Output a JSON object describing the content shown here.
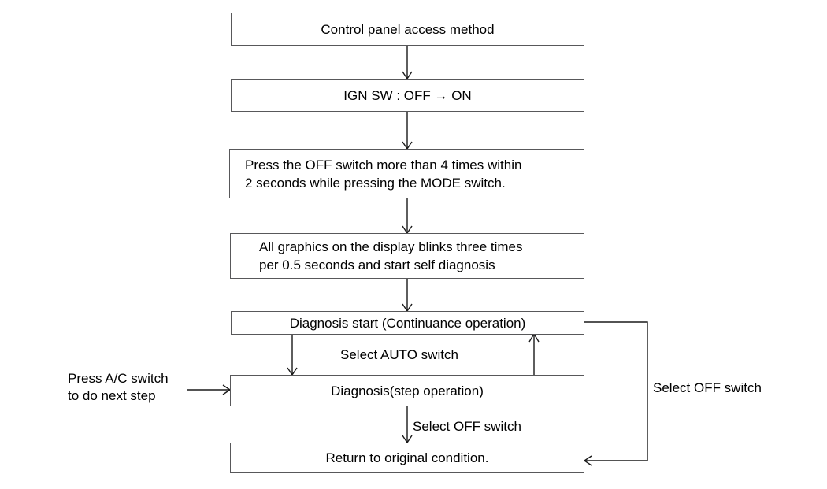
{
  "diagram": {
    "title": "Control panel access method flow",
    "stroke_color": "#1a1a1a",
    "box_border_color": "#58585a",
    "background": "#ffffff",
    "nodes": [
      {
        "id": "n1",
        "label": "Control panel access method"
      },
      {
        "id": "n2",
        "label": "IGN SW : OFF → ON"
      },
      {
        "id": "n3",
        "label": "Press the OFF switch more than 4 times within\n2 seconds while pressing the MODE switch."
      },
      {
        "id": "n4",
        "label": "All graphics on the display blinks three times\nper 0.5 seconds and start self diagnosis"
      },
      {
        "id": "n5",
        "label": "Diagnosis start (Continuance operation)"
      },
      {
        "id": "n6",
        "label": "Diagnosis(step operation)"
      },
      {
        "id": "n7",
        "label": "Return to original condition."
      }
    ],
    "edge_labels": {
      "select_auto": "Select AUTO switch",
      "select_off_down": "Select OFF switch",
      "select_off_right": "Select OFF switch",
      "press_ac": "Press A/C switch\nto do next step"
    }
  }
}
